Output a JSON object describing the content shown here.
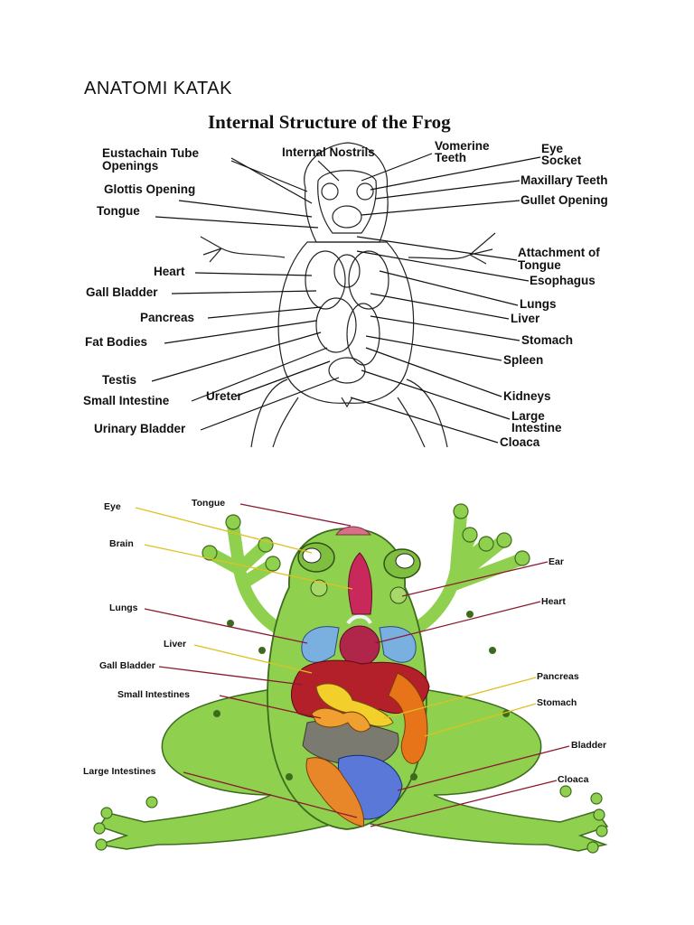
{
  "page_heading": "ANATOMI KATAK",
  "diagram1": {
    "title": "Internal Structure of the Frog",
    "labels_left": [
      "Eustachain Tube",
      "Openings",
      "Glottis Opening",
      "Tongue",
      "Heart",
      "Gall Bladder",
      "Pancreas",
      "Fat Bodies",
      "Testis",
      "Small Intestine",
      "Ureter",
      "Urinary Bladder"
    ],
    "labels_top": [
      "Internal Nostrils",
      "Vomerine",
      "Teeth"
    ],
    "labels_right": [
      "Eye",
      "Socket",
      "Maxillary Teeth",
      "Gullet Opening",
      "Attachment of",
      "Tongue",
      "Esophagus",
      "Lungs",
      "Liver",
      "Stomach",
      "Spleen",
      "Kidneys",
      "Large",
      "Intestine",
      "Cloaca"
    ]
  },
  "diagram2": {
    "labels_left": [
      "Eye",
      "Brain",
      "Lungs",
      "Liver",
      "Gall Bladder",
      "Small Intestines",
      "Large Intestines"
    ],
    "labels_top": [
      "Tongue"
    ],
    "labels_right": [
      "Ear",
      "Heart",
      "Pancreas",
      "Stomach",
      "Bladder",
      "Cloaca"
    ],
    "colors": {
      "skin": "#8fd14f",
      "skin_dark": "#5fa02e",
      "tongue": "#d9708a",
      "heart": "#b0264a",
      "lungs": "#7ab0e0",
      "liver": "#b3202a",
      "gall_bladder": "#f2cf2a",
      "small_intestine": "#e8741a",
      "bladder": "#5a78d8",
      "large_intestine": "#e8862a",
      "stomach_cavity": "#7a7a70"
    }
  }
}
